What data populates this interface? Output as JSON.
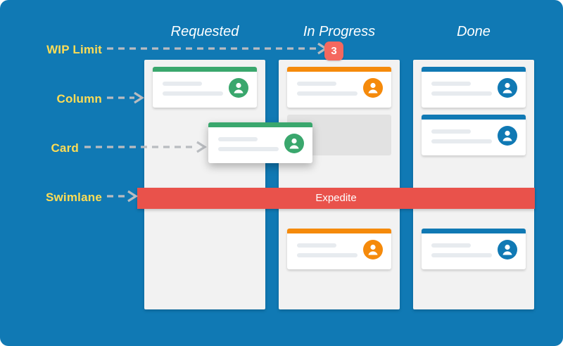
{
  "board": {
    "background_color": "#1079b4",
    "column_bg_color": "#f2f2f2"
  },
  "annotations": [
    {
      "label": "WIP Limit",
      "target": "wip-limit-badge"
    },
    {
      "label": "Column",
      "target": "requested-column"
    },
    {
      "label": "Card",
      "target": "dragged-card"
    },
    {
      "label": "Swimlane",
      "target": "expedite-swimlane"
    }
  ],
  "columns": [
    {
      "title": "Requested",
      "accent_color": "#3aa76d",
      "cards_top": [
        {
          "accent_color": "#3aa76d",
          "avatar_color": "#3aa76d"
        }
      ],
      "cards_bottom": []
    },
    {
      "title": "In Progress",
      "accent_color": "#f58a0b",
      "wip_limit": "3",
      "wip_limit_color": "#f4685f",
      "cards_top": [
        {
          "accent_color": "#f58a0b",
          "avatar_color": "#f58a0b"
        }
      ],
      "placeholder": true,
      "cards_bottom": [
        {
          "accent_color": "#f58a0b",
          "avatar_color": "#f58a0b"
        }
      ]
    },
    {
      "title": "Done",
      "accent_color": "#1079b4",
      "cards_top": [
        {
          "accent_color": "#1079b4",
          "avatar_color": "#1079b4"
        },
        {
          "accent_color": "#1079b4",
          "avatar_color": "#1079b4"
        }
      ],
      "cards_bottom": [
        {
          "accent_color": "#1079b4",
          "avatar_color": "#1079b4"
        }
      ]
    }
  ],
  "dragged_card": {
    "accent_color": "#3aa76d",
    "avatar_color": "#3aa76d"
  },
  "swimlane": {
    "label": "Expedite",
    "color": "#e9524b",
    "text_color": "#ffffff"
  },
  "colors": {
    "label_yellow": "#ffdd55",
    "connector_gray": "#b9bcc0",
    "placeholder_gray": "#e2e2e2",
    "card_line_gray": "#e7ebef"
  }
}
